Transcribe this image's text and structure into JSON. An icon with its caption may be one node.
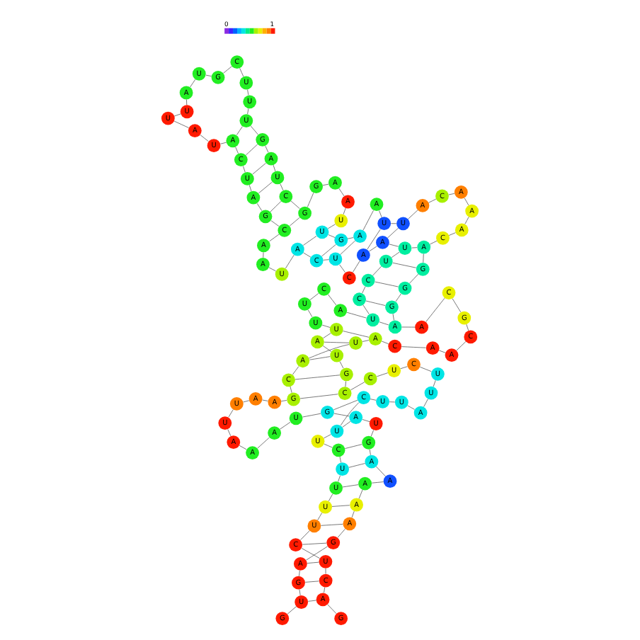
{
  "diagram": {
    "nodes": [
      {
        "text": [
          "G"
        ]
      },
      {
        "text": [
          "U"
        ]
      },
      {
        "text": [
          "G"
        ]
      },
      {
        "text": [
          "A"
        ]
      },
      {
        "text": [
          "G"
        ]
      },
      {
        "text": [
          "A"
        ]
      },
      {
        "text": [
          "A"
        ]
      },
      {
        "text": [
          "A"
        ]
      },
      {
        "text": [
          "A"
        ]
      },
      {
        "text": [
          "A"
        ]
      },
      {
        "text": [
          "G"
        ]
      },
      {
        "text": [
          "U"
        ]
      },
      {
        "text": [
          "A"
        ]
      },
      {
        "text": [
          "G"
        ]
      },
      {
        "text": [
          "U"
        ]
      },
      {
        "text": [
          "A"
        ]
      },
      {
        "text": [
          "A"
        ]
      },
      {
        "text": [
          "A"
        ]
      },
      {
        "text": [
          "U"
        ]
      },
      {
        "text": [
          "U"
        ]
      },
      {
        "text": [
          "A"
        ]
      },
      {
        "text": [
          "A"
        ]
      },
      {
        "text": [
          "G"
        ]
      },
      {
        "text": [
          "C"
        ]
      },
      {
        "text": [
          "A"
        ]
      },
      {
        "text": [
          "U"
        ]
      },
      {
        "text": [
          "A"
        ]
      },
      {
        "text": [
          "C"
        ]
      },
      {
        "text": [
          "A"
        ]
      },
      {
        "text": [
          "A"
        ]
      },
      {
        "text": [
          "C"
        ]
      },
      {
        "text": [
          "G"
        ]
      },
      {
        "text": [
          "C"
        ]
      },
      {
        "text": [
          "A"
        ]
      },
      {
        "text": [
          "A"
        ]
      },
      {
        "text": [
          "G"
        ]
      },
      {
        "text": [
          "G"
        ]
      },
      {
        "text": [
          "G"
        ]
      },
      {
        "text": [
          "A"
        ]
      },
      {
        "text": [
          "C"
        ]
      },
      {
        "text": [
          "A"
        ]
      },
      {
        "text": [
          "A"
        ]
      },
      {
        "text": [
          "A"
        ]
      },
      {
        "text": [
          "C"
        ]
      },
      {
        "text": [
          "A"
        ]
      },
      {
        "text": [
          "U"
        ]
      },
      {
        "text": [
          "U"
        ]
      },
      {
        "text": [
          "A"
        ]
      },
      {
        "text": [
          "A"
        ]
      },
      {
        "text": [
          "G"
        ]
      },
      {
        "text": [
          "U"
        ]
      },
      {
        "text": [
          "U"
        ]
      },
      {
        "text": [
          "A"
        ]
      },
      {
        "text": [
          "A"
        ]
      },
      {
        "text": [
          "G"
        ]
      },
      {
        "text": [
          "G"
        ]
      },
      {
        "text": [
          "C"
        ]
      },
      {
        "text": [
          "U"
        ]
      },
      {
        "text": [
          "A"
        ]
      },
      {
        "text": [
          "G"
        ]
      },
      {
        "text": [
          "U"
        ]
      },
      {
        "text": [
          "U"
        ]
      },
      {
        "text": [
          "U"
        ]
      },
      {
        "text": [
          "C"
        ]
      },
      {
        "text": [
          "G"
        ]
      },
      {
        "text": [
          "U"
        ]
      },
      {
        "text": [
          "A"
        ]
      },
      {
        "text": [
          "U"
        ]
      },
      {
        "text": [
          "U"
        ]
      },
      {
        "text": [
          "A"
        ]
      },
      {
        "text": [
          "U"
        ]
      },
      {
        "text": [
          "A"
        ]
      },
      {
        "text": [
          "C"
        ]
      },
      {
        "text": [
          "U"
        ]
      },
      {
        "text": [
          "A"
        ]
      },
      {
        "text": [
          "G"
        ]
      },
      {
        "text": [
          "C"
        ]
      },
      {
        "text": [
          "A"
        ]
      },
      {
        "text": [
          "A"
        ]
      },
      {
        "text": [
          "U"
        ]
      },
      {
        "text": [
          "A"
        ]
      },
      {
        "text": [
          "C"
        ]
      },
      {
        "text": [
          "U"
        ]
      },
      {
        "text": [
          "C"
        ]
      },
      {
        "text": [
          "A"
        ]
      },
      {
        "text": [
          "A"
        ]
      },
      {
        "text": [
          "U"
        ]
      },
      {
        "text": [
          "U"
        ]
      },
      {
        "text": [
          "C"
        ]
      },
      {
        "text": [
          "C"
        ]
      },
      {
        "text": [
          "U"
        ]
      },
      {
        "text": [
          "A"
        ]
      },
      {
        "text": [
          "C"
        ]
      },
      {
        "text": [
          "U"
        ]
      },
      {
        "text": [
          "U"
        ]
      },
      {
        "text": [
          "U"
        ]
      },
      {
        "text": [
          "A"
        ]
      },
      {
        "text": [
          "U"
        ]
      },
      {
        "text": [
          "G"
        ]
      },
      {
        "text": [
          "C"
        ]
      },
      {
        "text": [
          "C"
        ]
      },
      {
        "text": [
          "U"
        ]
      },
      {
        "text": [
          "C"
        ]
      },
      {
        "text": [
          "U"
        ]
      },
      {
        "text": [
          "U"
        ]
      },
      {
        "text": [
          "A"
        ]
      },
      {
        "text": [
          "U"
        ]
      },
      {
        "text": [
          "U"
        ]
      },
      {
        "text": [
          "C"
        ]
      },
      {
        "text": [
          "U"
        ]
      },
      {
        "text": [
          "U"
        ]
      },
      {
        "text": [
          "C"
        ]
      },
      {
        "text": [
          "U"
        ]
      },
      {
        "text": [
          "U"
        ]
      },
      {
        "text": [
          "U"
        ]
      },
      {
        "text": [
          "U"
        ]
      },
      {
        "text": [
          "C"
        ]
      },
      {
        "text": [
          "U"
        ]
      },
      {
        "text": [
          "C"
        ]
      },
      {
        "text": [
          "A"
        ]
      },
      {
        "text": [
          "G"
        ]
      }
    ],
    "edges": [
      {
        "from": 0,
        "to": 1,
        "arrow": "none"
      },
      {
        "from": 1,
        "to": 2,
        "arrow": "none"
      },
      {
        "from": 2,
        "to": 3,
        "arrow": "none"
      },
      {
        "from": 3,
        "to": 4,
        "arrow": "none"
      },
      {
        "from": 4,
        "to": 5,
        "arrow": "none"
      },
      {
        "from": 5,
        "to": 6,
        "arrow": "none"
      },
      {
        "from": 6,
        "to": 7,
        "arrow": "none"
      },
      {
        "from": 7,
        "to": 8,
        "arrow": "none"
      },
      {
        "from": 8,
        "to": 9,
        "arrow": "none"
      },
      {
        "from": 9,
        "to": 10,
        "arrow": "none"
      },
      {
        "from": 10,
        "to": 11,
        "arrow": "none"
      },
      {
        "from": 11,
        "to": 12,
        "arrow": "none"
      },
      {
        "from": 12,
        "to": 13,
        "arrow": "none"
      },
      {
        "from": 13,
        "to": 14,
        "arrow": "none"
      },
      {
        "from": 14,
        "to": 15,
        "arrow": "none"
      },
      {
        "from": 15,
        "to": 16,
        "arrow": "none"
      },
      {
        "from": 16,
        "to": 17,
        "arrow": "none"
      },
      {
        "from": 17,
        "to": 18,
        "arrow": "none"
      },
      {
        "from": 18,
        "to": 19,
        "arrow": "none"
      },
      {
        "from": 19,
        "to": 20,
        "arrow": "none"
      },
      {
        "from": 20,
        "to": 21,
        "arrow": "none"
      },
      {
        "from": 21,
        "to": 22,
        "arrow": "none"
      },
      {
        "from": 22,
        "to": 23,
        "arrow": "none"
      },
      {
        "from": 23,
        "to": 24,
        "arrow": "none"
      },
      {
        "from": 24,
        "to": 25,
        "arrow": "none"
      },
      {
        "from": 25,
        "to": 26,
        "arrow": "none"
      },
      {
        "from": 26,
        "to": 27,
        "arrow": "none"
      },
      {
        "from": 27,
        "to": 28,
        "arrow": "none"
      },
      {
        "from": 28,
        "to": 29,
        "arrow": "none"
      },
      {
        "from": 29,
        "to": 30,
        "arrow": "none"
      },
      {
        "from": 30,
        "to": 31,
        "arrow": "none"
      },
      {
        "from": 31,
        "to": 32,
        "arrow": "none"
      },
      {
        "from": 32,
        "to": 33,
        "arrow": "none"
      },
      {
        "from": 33,
        "to": 34,
        "arrow": "none"
      },
      {
        "from": 34,
        "to": 35,
        "arrow": "none"
      },
      {
        "from": 35,
        "to": 36,
        "arrow": "none"
      },
      {
        "from": 36,
        "to": 37,
        "arrow": "none"
      },
      {
        "from": 37,
        "to": 38,
        "arrow": "none"
      },
      {
        "from": 38,
        "to": 39,
        "arrow": "none"
      },
      {
        "from": 39,
        "to": 40,
        "arrow": "none"
      },
      {
        "from": 40,
        "to": 41,
        "arrow": "none"
      },
      {
        "from": 41,
        "to": 42,
        "arrow": "none"
      },
      {
        "from": 42,
        "to": 43,
        "arrow": "none"
      },
      {
        "from": 43,
        "to": 44,
        "arrow": "none"
      },
      {
        "from": 44,
        "to": 45,
        "arrow": "none"
      },
      {
        "from": 45,
        "to": 46,
        "arrow": "none"
      },
      {
        "from": 46,
        "to": 47,
        "arrow": "none"
      },
      {
        "from": 47,
        "to": 48,
        "arrow": "none"
      },
      {
        "from": 48,
        "to": 49,
        "arrow": "none"
      },
      {
        "from": 49,
        "to": 50,
        "arrow": "none"
      },
      {
        "from": 50,
        "to": 51,
        "arrow": "none"
      },
      {
        "from": 51,
        "to": 52,
        "arrow": "none"
      },
      {
        "from": 52,
        "to": 53,
        "arrow": "none"
      },
      {
        "from": 53,
        "to": 54,
        "arrow": "none"
      },
      {
        "from": 54,
        "to": 55,
        "arrow": "none"
      },
      {
        "from": 55,
        "to": 56,
        "arrow": "none"
      },
      {
        "from": 56,
        "to": 57,
        "arrow": "none"
      },
      {
        "from": 57,
        "to": 58,
        "arrow": "none"
      },
      {
        "from": 58,
        "to": 59,
        "arrow": "none"
      },
      {
        "from": 59,
        "to": 60,
        "arrow": "none"
      },
      {
        "from": 60,
        "to": 61,
        "arrow": "none"
      },
      {
        "from": 61,
        "to": 62,
        "arrow": "none"
      },
      {
        "from": 62,
        "to": 63,
        "arrow": "none"
      },
      {
        "from": 63,
        "to": 64,
        "arrow": "none"
      },
      {
        "from": 64,
        "to": 65,
        "arrow": "none"
      },
      {
        "from": 65,
        "to": 66,
        "arrow": "none"
      },
      {
        "from": 66,
        "to": 67,
        "arrow": "none"
      },
      {
        "from": 67,
        "to": 68,
        "arrow": "none"
      },
      {
        "from": 68,
        "to": 69,
        "arrow": "none"
      },
      {
        "from": 69,
        "to": 70,
        "arrow": "none"
      },
      {
        "from": 70,
        "to": 71,
        "arrow": "none"
      },
      {
        "from": 71,
        "to": 72,
        "arrow": "none"
      },
      {
        "from": 72,
        "to": 73,
        "arrow": "none"
      },
      {
        "from": 73,
        "to": 74,
        "arrow": "none"
      },
      {
        "from": 74,
        "to": 75,
        "arrow": "none"
      },
      {
        "from": 75,
        "to": 76,
        "arrow": "none"
      },
      {
        "from": 76,
        "to": 77,
        "arrow": "none"
      },
      {
        "from": 77,
        "to": 78,
        "arrow": "none"
      },
      {
        "from": 78,
        "to": 79,
        "arrow": "none"
      },
      {
        "from": 79,
        "to": 80,
        "arrow": "none"
      },
      {
        "from": 80,
        "to": 81,
        "arrow": "none"
      },
      {
        "from": 81,
        "to": 82,
        "arrow": "none"
      },
      {
        "from": 82,
        "to": 83,
        "arrow": "none"
      },
      {
        "from": 83,
        "to": 84,
        "arrow": "none"
      },
      {
        "from": 84,
        "to": 85,
        "arrow": "none"
      },
      {
        "from": 85,
        "to": 86,
        "arrow": "none"
      },
      {
        "from": 86,
        "to": 87,
        "arrow": "none"
      },
      {
        "from": 87,
        "to": 88,
        "arrow": "none"
      },
      {
        "from": 88,
        "to": 89,
        "arrow": "none"
      },
      {
        "from": 89,
        "to": 90,
        "arrow": "none"
      },
      {
        "from": 90,
        "to": 91,
        "arrow": "none"
      },
      {
        "from": 91,
        "to": 92,
        "arrow": "none"
      },
      {
        "from": 92,
        "to": 93,
        "arrow": "none"
      },
      {
        "from": 93,
        "to": 94,
        "arrow": "none"
      },
      {
        "from": 94,
        "to": 95,
        "arrow": "none"
      },
      {
        "from": 95,
        "to": 96,
        "arrow": "none"
      },
      {
        "from": 96,
        "to": 97,
        "arrow": "none"
      },
      {
        "from": 97,
        "to": 98,
        "arrow": "none"
      },
      {
        "from": 98,
        "to": 99,
        "arrow": "none"
      },
      {
        "from": 99,
        "to": 100,
        "arrow": "none"
      },
      {
        "from": 100,
        "to": 101,
        "arrow": "none"
      },
      {
        "from": 101,
        "to": 102,
        "arrow": "none"
      },
      {
        "from": 102,
        "to": 103,
        "arrow": "none"
      },
      {
        "from": 103,
        "to": 104,
        "arrow": "none"
      },
      {
        "from": 104,
        "to": 105,
        "arrow": "none"
      },
      {
        "from": 105,
        "to": 106,
        "arrow": "none"
      },
      {
        "from": 106,
        "to": 107,
        "arrow": "none"
      },
      {
        "from": 107,
        "to": 108,
        "arrow": "none"
      },
      {
        "from": 108,
        "to": 109,
        "arrow": "none"
      },
      {
        "from": 109,
        "to": 110,
        "arrow": "none"
      },
      {
        "from": 110,
        "to": 111,
        "arrow": "none"
      },
      {
        "from": 111,
        "to": 112,
        "arrow": "none"
      },
      {
        "from": 112,
        "to": 113,
        "arrow": "none"
      },
      {
        "from": 113,
        "to": 114,
        "arrow": "none"
      },
      {
        "from": 114,
        "to": 115,
        "arrow": "none"
      },
      {
        "from": 115,
        "to": 116,
        "arrow": "none"
      },
      {
        "from": 116,
        "to": 117,
        "arrow": "none"
      },
      {
        "from": 117,
        "to": 118,
        "arrow": "none"
      },
      {
        "from": 118,
        "to": 119,
        "arrow": "none"
      },
      {
        "from": 119,
        "to": 120,
        "arrow": "none"
      },
      {
        "from": 1,
        "to": 119,
        "arrow": "none"
      },
      {
        "from": 2,
        "to": 118,
        "arrow": "none"
      },
      {
        "from": 3,
        "to": 117,
        "arrow": "none"
      },
      {
        "from": 4,
        "to": 116,
        "arrow": "none"
      },
      {
        "from": 5,
        "to": 115,
        "arrow": "none"
      },
      {
        "from": 6,
        "to": 114,
        "arrow": "none"
      },
      {
        "from": 7,
        "to": 113,
        "arrow": "none"
      },
      {
        "from": 9,
        "to": 112,
        "arrow": "none"
      },
      {
        "from": 10,
        "to": 111,
        "arrow": "none"
      },
      {
        "from": 12,
        "to": 109,
        "arrow": "none"
      },
      {
        "from": 13,
        "to": 108,
        "arrow": "none"
      },
      {
        "from": 22,
        "to": 99,
        "arrow": "none"
      },
      {
        "from": 23,
        "to": 98,
        "arrow": "none"
      },
      {
        "from": 24,
        "to": 97,
        "arrow": "none"
      },
      {
        "from": 25,
        "to": 96,
        "arrow": "none"
      },
      {
        "from": 26,
        "to": 95,
        "arrow": "none"
      },
      {
        "from": 34,
        "to": 90,
        "arrow": "none"
      },
      {
        "from": 35,
        "to": 89,
        "arrow": "none"
      },
      {
        "from": 36,
        "to": 88,
        "arrow": "none"
      },
      {
        "from": 37,
        "to": 87,
        "arrow": "none"
      },
      {
        "from": 38,
        "to": 86,
        "arrow": "none"
      },
      {
        "from": 45,
        "to": 85,
        "arrow": "none"
      },
      {
        "from": 46,
        "to": 84,
        "arrow": "none"
      },
      {
        "from": 48,
        "to": 82,
        "arrow": "none"
      },
      {
        "from": 49,
        "to": 81,
        "arrow": "none"
      },
      {
        "from": 50,
        "to": 80,
        "arrow": "none"
      },
      {
        "from": 55,
        "to": 76,
        "arrow": "none"
      },
      {
        "from": 56,
        "to": 75,
        "arrow": "none"
      },
      {
        "from": 57,
        "to": 74,
        "arrow": "none"
      },
      {
        "from": 58,
        "to": 73,
        "arrow": "none"
      },
      {
        "from": 59,
        "to": 72,
        "arrow": "none"
      },
      {
        "from": 60,
        "to": 71,
        "arrow": "none"
      }
    ],
    "labels": [
      "0",
      "1"
    ]
  }
}
